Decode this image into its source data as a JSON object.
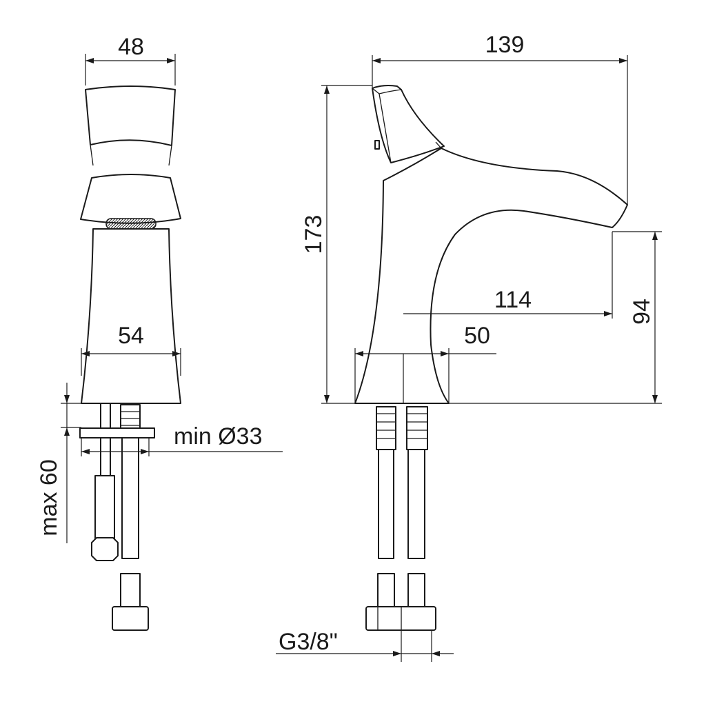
{
  "colors": {
    "line": "#1a1a1a",
    "background": "#ffffff"
  },
  "front_view": {
    "width_top": "48",
    "width_base": "54",
    "hole_diameter": "min Ø33",
    "deck_thickness": "max 60"
  },
  "side_view": {
    "overall_depth": "139",
    "overall_height": "173",
    "spout_reach": "114",
    "spout_height": "94",
    "base_depth": "50",
    "connection_thread": "G3/8\""
  }
}
